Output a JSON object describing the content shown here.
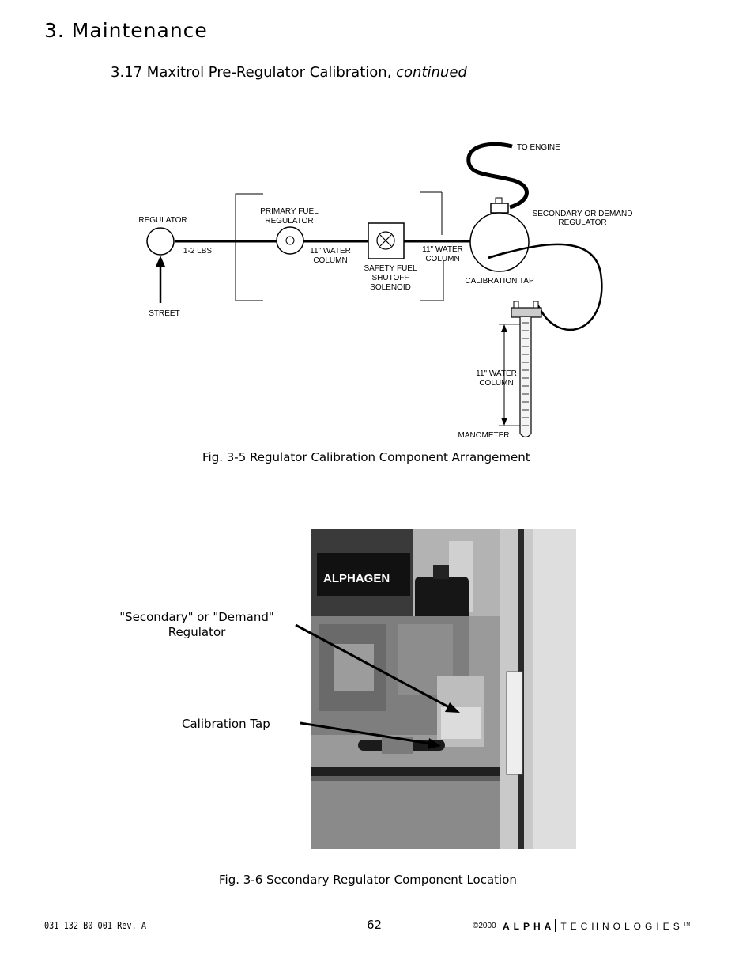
{
  "header": {
    "section_title": "3.  Maintenance",
    "subsection_title": "3.17  Maxitrol Pre-Regulator Calibration, ",
    "subsection_suffix": "continued"
  },
  "figure1": {
    "labels": {
      "to_engine": "TO ENGINE",
      "secondary_line1": "SECONDARY OR DEMAND",
      "secondary_line2": "REGULATOR",
      "regulator": "REGULATOR",
      "primary_line1": "PRIMARY FUEL",
      "primary_line2": "REGULATOR",
      "lbs": "1-2 LBS",
      "wc1_line1": "11\" WATER",
      "wc1_line2": "COLUMN",
      "safety_line1": "SAFETY FUEL",
      "safety_line2": "SHUTOFF",
      "safety_line3": "SOLENOID",
      "wc2_line1": "11\" WATER",
      "wc2_line2": "COLUMN",
      "calibration_tap": "CALIBRATION TAP",
      "street": "STREET",
      "wc3_line1": "11\" WATER",
      "wc3_line2": "COLUMN",
      "manometer": "MANOMETER"
    },
    "caption": "Fig. 3-5 Regulator Calibration Component Arrangement"
  },
  "figure2": {
    "photo_brand": "ALPHAGEN",
    "callout_secondary_line1": "\"Secondary\" or \"Demand\"",
    "callout_secondary_line2": "Regulator",
    "callout_calibration": "Calibration Tap",
    "caption": "Fig. 3-6 Secondary Regulator Component Location"
  },
  "footer": {
    "doc_number": "031-132-B0-001  Rev. A",
    "page_number": "62",
    "copyright": "©2000",
    "brand_alpha": "ALPHA",
    "brand_technologies": "TECHNOLOGIES",
    "brand_tm": "TM"
  }
}
